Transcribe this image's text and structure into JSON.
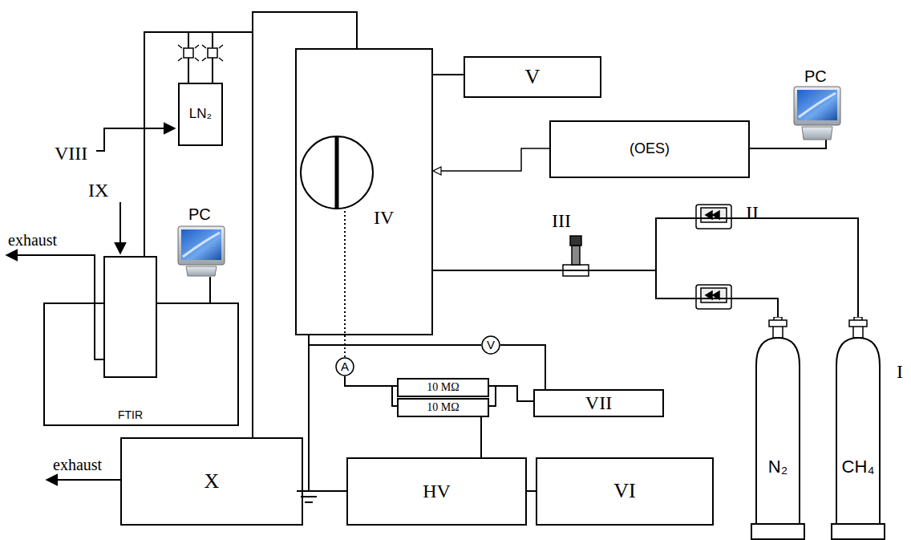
{
  "diagram": {
    "nodes": [
      {
        "text": [
          "LN₂"
        ]
      },
      {
        "text": [
          "IV"
        ]
      },
      {
        "text": [
          "V"
        ]
      },
      {
        "text": [
          "(OES)"
        ]
      },
      {
        "text": [
          "FTIR"
        ]
      },
      {
        "text": [
          "A"
        ]
      },
      {
        "text": [
          "V"
        ]
      },
      {
        "text": [
          "10 MΩ"
        ]
      },
      {
        "text": [
          "10 MΩ"
        ]
      },
      {
        "text": [
          "VII"
        ]
      },
      {
        "text": [
          "X"
        ]
      },
      {
        "text": [
          "HV"
        ]
      },
      {
        "text": [
          "VI"
        ]
      },
      {
        "text": [
          "N₂"
        ]
      },
      {
        "text": [
          "CH₄"
        ]
      }
    ],
    "edges": [
      {
        "from": 1,
        "to": 2,
        "arrow": "none"
      },
      {
        "from": 3,
        "to": 1,
        "arrow": "to"
      },
      {
        "from": 1,
        "to": 10,
        "arrow": "none"
      },
      {
        "from": 13,
        "to": 1,
        "arrow": "none"
      },
      {
        "from": 14,
        "to": 1,
        "arrow": "none"
      },
      {
        "from": 1,
        "to": 5,
        "arrow": "none"
      },
      {
        "from": 5,
        "to": 7,
        "arrow": "none"
      },
      {
        "from": 7,
        "to": 9,
        "arrow": "none"
      },
      {
        "from": 8,
        "to": 11,
        "arrow": "none"
      },
      {
        "from": 6,
        "to": 9,
        "arrow": "none"
      },
      {
        "from": 11,
        "to": 12,
        "arrow": "none"
      }
    ],
    "labels": [
      "PC",
      "II",
      "III",
      "VIII",
      "IX",
      "exhaust",
      "PC",
      "exhaust",
      "I"
    ]
  }
}
